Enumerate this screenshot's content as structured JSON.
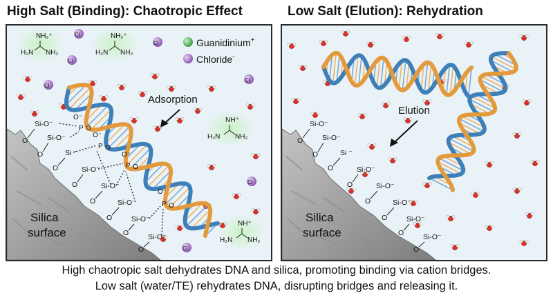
{
  "titles": {
    "left": "High Salt (Binding): Chaotropic Effect",
    "right": "Low Salt (Elution): Rehydration"
  },
  "legend": {
    "guanidinium": "Guanidinium",
    "guanidinium_sup": "+",
    "chloride": "Chloride",
    "chloride_sup": "-"
  },
  "labels": {
    "adsorption": "Adsorption",
    "elution": "Elution",
    "silica_line1": "Silica",
    "silica_line2": "surface",
    "cl": "Cl",
    "nh2_plus": "NH₂⁺",
    "nh_plus": "NH⁺",
    "nh2": "NH₂",
    "h2n": "H₂N",
    "si_o_minus": "Si-O⁻",
    "si_minus": "Si ⁻",
    "o": "O",
    "o_minus": "O⁻",
    "p": "P"
  },
  "caption": {
    "line1": "High chaotropic salt dehydrates DNA and silica, promoting binding via cation bridges.",
    "line2": "Low salt (water/TE) rehydrates DNA, disrupting bridges and releasing it."
  },
  "colors": {
    "panel_bg": "#e9f2f6",
    "dna_blue": "#3d7fb8",
    "dna_orange": "#e39a3c",
    "guanidinium_green": "#5dbb63",
    "chloride_purple": "#a774c9",
    "water_red": "#d9322b",
    "silica_gray": "#a3a3a3"
  }
}
